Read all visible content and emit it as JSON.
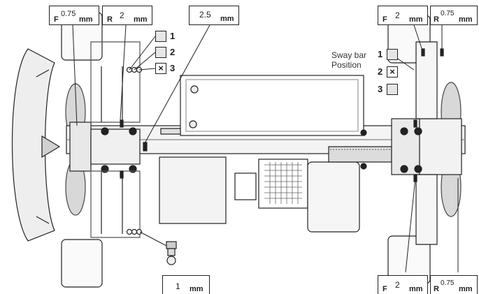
{
  "labels": {
    "top_left_f": {
      "prefix": "F",
      "value": "0.75",
      "unit": "mm"
    },
    "top_left_r": {
      "prefix": "R",
      "value": "2",
      "unit": "mm"
    },
    "top_center": {
      "value": "2.5",
      "unit": "mm"
    },
    "top_right_f": {
      "prefix": "F",
      "value": "2",
      "unit": "mm"
    },
    "top_right_r": {
      "prefix": "R",
      "value": "0.75",
      "unit": "mm"
    },
    "bottom_center": {
      "value": "1",
      "unit": "mm"
    },
    "bottom_right_f": {
      "prefix": "F",
      "value": "2",
      "unit": "mm"
    },
    "bottom_right_r": {
      "prefix": "R",
      "value": "0.75",
      "unit": "mm"
    }
  },
  "left_selector": {
    "options": [
      {
        "num": "1",
        "mark": ""
      },
      {
        "num": "2",
        "mark": ""
      },
      {
        "num": "3",
        "mark": "×"
      }
    ]
  },
  "sway_bar": {
    "line1": "Sway bar",
    "line2": "Position",
    "options": [
      {
        "num": "1",
        "mark": ""
      },
      {
        "num": "2",
        "mark": "×"
      },
      {
        "num": "3",
        "mark": ""
      }
    ]
  }
}
